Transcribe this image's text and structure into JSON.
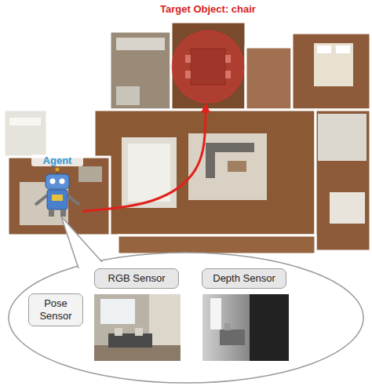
{
  "diagram": {
    "nodes": [
      {
        "text": [
          "Target Object: chair"
        ]
      },
      {
        "text": [
          "Agent"
        ]
      },
      {
        "text": [
          "Pose Sensor"
        ]
      },
      {
        "text": [
          "RGB Sensor"
        ]
      },
      {
        "text": [
          "Depth Sensor"
        ]
      }
    ],
    "edges": [
      {
        "from": 1,
        "to": 0,
        "arrow": "to"
      }
    ]
  }
}
